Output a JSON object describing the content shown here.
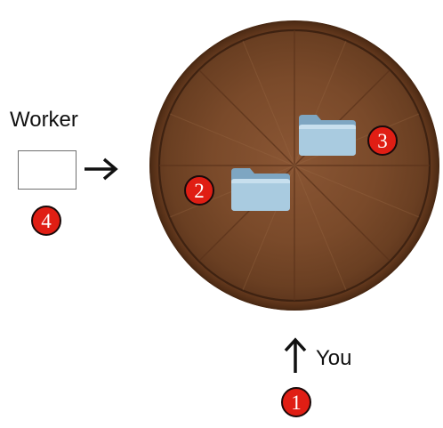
{
  "worker": {
    "label": "Worker"
  },
  "you": {
    "label": "You"
  },
  "badges": {
    "one": "1",
    "two": "2",
    "three": "3",
    "four": "4"
  },
  "icons": {
    "table": "round-wooden-table",
    "folder": "folder-icon",
    "arrow_right": "arrow-right-icon",
    "arrow_up": "arrow-up-icon"
  },
  "colors": {
    "badge_fill": "#e01e14",
    "folder_blue": "#8fb6d0",
    "wood": "#7a4a2a"
  }
}
